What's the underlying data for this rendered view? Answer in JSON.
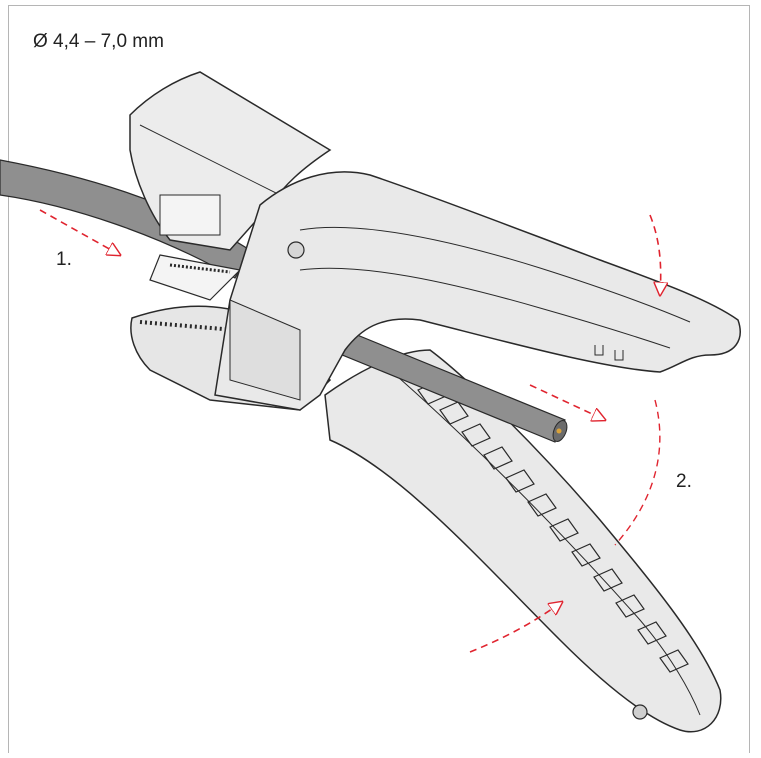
{
  "diagram": {
    "dimension_label": "Ø 4,4 – 7,0 mm",
    "step_1_label": "1.",
    "step_2_label": "2.",
    "colors": {
      "tool_body": "#e9e9e9",
      "tool_shadow": "#c9c9c9",
      "outline": "#2a2a2a",
      "cable": "#8f8f8f",
      "arrow": "#e0242f"
    },
    "icons": [
      "stripping-tool",
      "cable",
      "insert-arrow",
      "squeeze-arrow",
      "release-arrow"
    ]
  }
}
